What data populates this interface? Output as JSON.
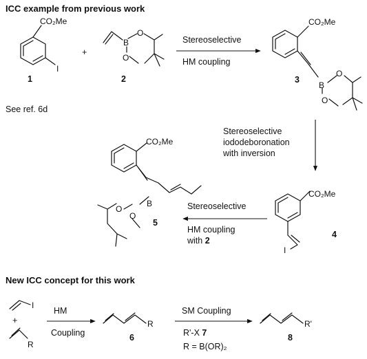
{
  "headers": {
    "previous": "ICC example from previous work",
    "new": "New ICC concept for this work"
  },
  "groups": {
    "co2me": "CO₂Me",
    "iodo": "I",
    "boron": "B",
    "oxygen": "O",
    "r": "R",
    "r_prime": "R'"
  },
  "compounds": {
    "c1": "1",
    "c2": "2",
    "c3": "3",
    "c4": "4",
    "c5": "5",
    "c6": "6",
    "c7": "7",
    "c8": "8",
    "plus": "+"
  },
  "reference": "See ref. 6d",
  "arrows": {
    "a1": {
      "line1": "Stereoselective",
      "line2": "HM coupling"
    },
    "a2": {
      "line1": "Stereoselective",
      "line2": "iododeboronation",
      "line3": "with inversion"
    },
    "a3": {
      "line1": "Stereoselective",
      "line2": "HM coupling",
      "line3_prefix": "with ",
      "line3_ref": "2"
    },
    "a4": {
      "line1": "HM",
      "line2": "Coupling"
    },
    "a5": {
      "line1": "SM Coupling",
      "line2_prefix": "R'-X ",
      "line2_ref": "7",
      "line3": "R = B(OR)₂"
    }
  }
}
